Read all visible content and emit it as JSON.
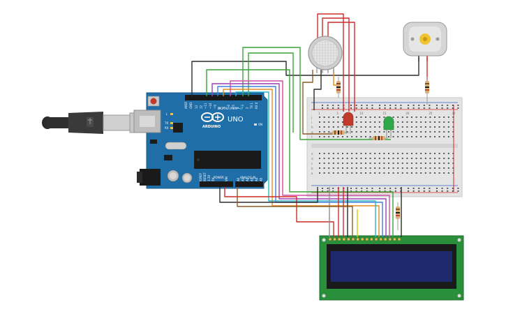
{
  "arduino": {
    "brand": "ARDUINO",
    "model": "UNO",
    "digital_label": "DIGITAL (PWM ~)",
    "power_label": "POWER",
    "analog_label": "ANALOG IN",
    "on_label": "ON",
    "tx_label": "TX",
    "rx_label": "RX",
    "l_label": "L",
    "aref_label": "AREF",
    "gnd_label": "GND",
    "ioref_label": "IOREF",
    "reset_label": "RESET",
    "v33_label": "3.3V",
    "v5_label": "5V",
    "vin_label": "VIN",
    "digital_pins": [
      "13",
      "12",
      "~11",
      "~10",
      "~9",
      "8",
      "7",
      "~6",
      "~5",
      "4",
      "~3",
      "2",
      "TX 1",
      "RX 0"
    ],
    "analog_pins": [
      "A0",
      "A1",
      "A2",
      "A3",
      "A4",
      "A5"
    ]
  },
  "breadboard": {
    "col_numbers": [
      "1",
      "5",
      "10",
      "15",
      "20",
      "25",
      "30"
    ],
    "row_letters_top": [
      "j",
      "i",
      "h",
      "g",
      "f"
    ],
    "row_letters_bottom": [
      "e",
      "d",
      "c",
      "b",
      "a"
    ]
  },
  "colors": {
    "board": "#1f6ea8",
    "breadboard": "#e4e4e4",
    "lcd_pcb": "#2a8f3b",
    "lcd_screen": "#1e2a6e",
    "wire_red": "#d12a2a",
    "wire_black": "#2b2b2b",
    "wire_green": "#3aa33a",
    "wire_purple": "#9b3fb5",
    "wire_blue": "#3f7fd6",
    "wire_orange": "#e58a1f",
    "wire_yellow": "#e2c800",
    "wire_brown": "#8a5a2b",
    "wire_pink": "#d04aa4",
    "wire_cyan": "#2fb3c7",
    "wire_gray": "#8c8c8c"
  },
  "icons": {
    "usb": "usb-cable-icon",
    "gas_sensor": "gas-sensor-icon",
    "motor": "dc-motor-icon",
    "led_red": "red-led-icon",
    "led_green": "green-led-icon"
  }
}
